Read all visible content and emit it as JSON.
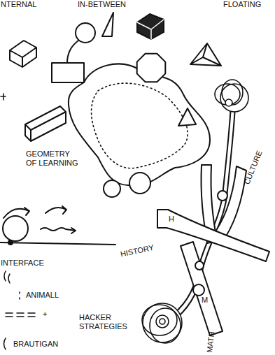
{
  "diagram": {
    "labels": [
      "NTERNAL",
      "IN-BETWEEN",
      "FLOATING",
      "GEOMETRY OF LEARNING",
      "CULTURE",
      "H",
      "HISTORY",
      "INTERFACE",
      "ANIMALL",
      "+",
      "HACKER STRATEGIES",
      "BRAUTIGAN",
      "M",
      "MATH"
    ]
  }
}
